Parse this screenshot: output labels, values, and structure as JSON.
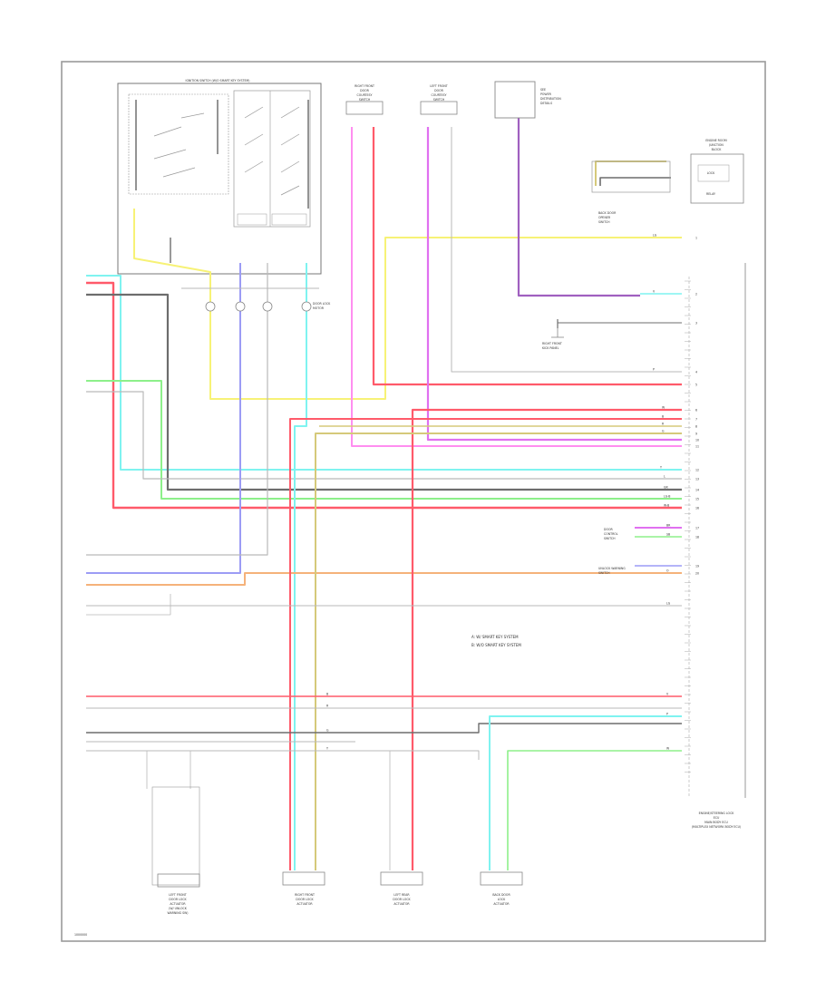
{
  "diagram": {
    "footer_code": "1000000",
    "note_lines": [
      "A: W/ SMART KEY SYSTEM",
      "B: W/O SMART KEY SYSTEM"
    ],
    "main_module_label": [
      "ENGINE/STEERING LOCK",
      "ECU",
      "MAIN BODY ECU"
    ],
    "main_module_sub_label": "(MULTIPLEX NETWORK BODY ECU)",
    "top_center_label": [
      "IGNITION SWITCH (W/O SMART KEY SYSTEM)"
    ],
    "right_center_top_label": [
      "RIGHT FRONT",
      "DOOR",
      "COURTESY",
      "SWITCH"
    ],
    "left_center_top_label": [
      "LEFT FRONT",
      "DOOR",
      "COURTESY",
      "SWITCH"
    ],
    "top_right_fuse_label": [
      "SEE",
      "POWER",
      "DISTRIBUTION",
      "DETAILS"
    ],
    "junction_block_label": [
      "ENGINE ROOM",
      "JUNCTION",
      "BLOCK"
    ],
    "connector_side_labels": [
      "LOCK",
      "RELAY"
    ],
    "back_door_label": [
      "BACK DOOR",
      "OPENER",
      "SWITCH"
    ],
    "ground_label": [
      "RIGHT FRONT",
      "KICK PANEL"
    ],
    "key_switch_label": [
      "DOOR",
      "CONTROL",
      "SWITCH"
    ],
    "door_lock_motor_labels": [
      "DOOR LOCK",
      "MOTOR"
    ],
    "buzzer_label": [
      "UNLOCK WARNING",
      "SWITCH"
    ],
    "bottom_components": [
      {
        "lines": [
          "LEFT FRONT",
          "DOOR LOCK",
          "ACTUATOR",
          "(W/ UNLOCK",
          "WARNING SW)"
        ]
      },
      {
        "lines": [
          "RIGHT FRONT",
          "DOOR LOCK",
          "ACTUATOR"
        ]
      },
      {
        "lines": [
          "LEFT REAR",
          "DOOR LOCK",
          "ACTUATOR"
        ]
      },
      {
        "lines": [
          "BACK DOOR",
          "LOCK",
          "ACTUATOR"
        ]
      }
    ],
    "wire_tags": [
      "LG",
      "V",
      "P",
      "W",
      "B",
      "R",
      "G",
      "Y",
      "L",
      "GR",
      "LG-B",
      "W-B",
      "BR",
      "SB",
      "O"
    ],
    "pin_labels": [
      "1",
      "2",
      "3",
      "4",
      "5",
      "6",
      "7",
      "8",
      "9",
      "10",
      "11",
      "12",
      "13",
      "14",
      "15",
      "16",
      "17",
      "18",
      "19",
      "20"
    ]
  },
  "colors": {
    "red": "#ff5a6a",
    "yellow": "#f7f276",
    "cyan": "#7ff3f0",
    "green": "#8df08a",
    "pink": "#ff8ef0",
    "magenta": "#e070f0",
    "blue": "#9c9cf5",
    "orange": "#f5b27a",
    "olive": "#d5c97a",
    "gray": "#b9b9b9",
    "dark": "#6d6d6d",
    "purple": "#a060c0"
  }
}
